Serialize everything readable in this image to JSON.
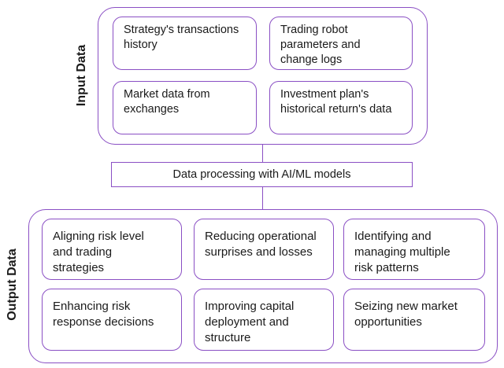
{
  "input_data": {
    "label": "Input Data",
    "items": [
      "Strategy's transactions\nhistory",
      "Trading robot\nparameters and\nchange logs",
      "Market data from\nexchanges",
      "Investment plan's\nhistorical return's data"
    ]
  },
  "process": {
    "label": "Data processing with AI/ML models"
  },
  "output_data": {
    "label": "Output Data",
    "items": [
      "Aligning risk level\nand trading\nstrategies",
      "Reducing operational\nsurprises and losses",
      "Identifying and\nmanaging multiple\nrisk patterns",
      "Enhancing risk\nresponse decisions",
      "Improving capital\ndeployment and\nstructure",
      "Seizing new market\nopportunities"
    ]
  },
  "colors": {
    "accent": "#8a4fc4"
  }
}
